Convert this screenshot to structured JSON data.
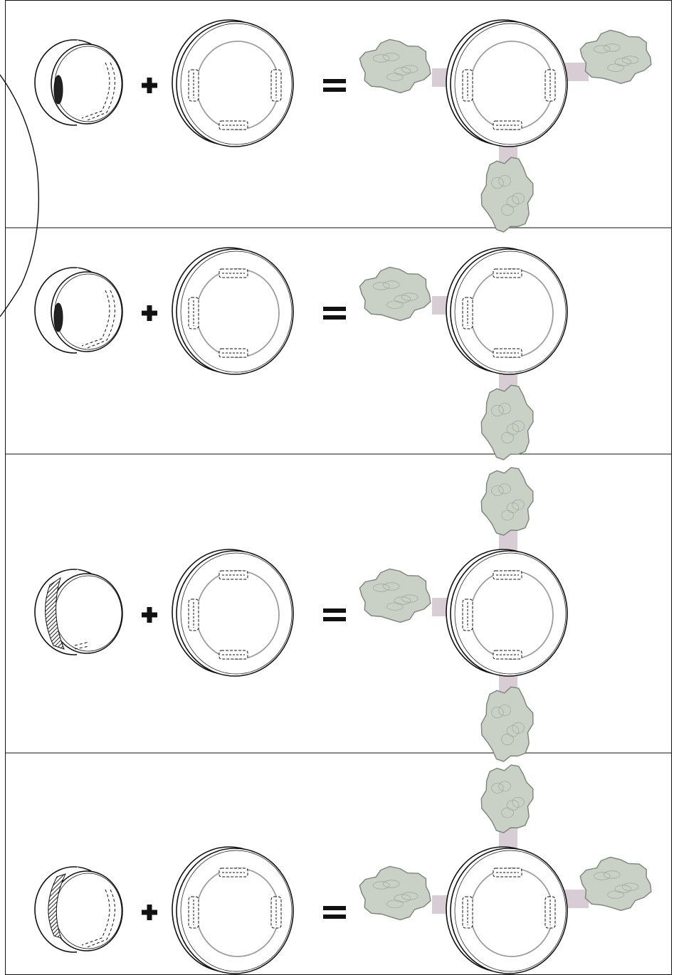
{
  "figure": {
    "description_text": "",
    "colors": {
      "line": "#111111",
      "inner_ring": "#9e9e9e",
      "protein_fill": "#c9d0c6",
      "protein_stroke": "#7c857a",
      "stalk": "#c7b8c2",
      "hatch": "#222222"
    },
    "rows": [
      {
        "id": "row-1",
        "plug_marking": "small-oval",
        "plug_slot_side": "right",
        "ring_slots": [
          "left",
          "right",
          "bottom"
        ],
        "protein_arms": [
          "left",
          "right",
          "bottom"
        ]
      },
      {
        "id": "row-2",
        "plug_marking": "small-oval",
        "plug_slot_side": "right",
        "ring_slots": [
          "top",
          "left",
          "bottom"
        ],
        "protein_arms": [
          "left",
          "bottom"
        ]
      },
      {
        "id": "row-3",
        "plug_marking": "wide-band",
        "plug_slot_side": "bottom",
        "ring_slots": [
          "top",
          "left",
          "bottom"
        ],
        "protein_arms": [
          "top",
          "left",
          "bottom"
        ]
      },
      {
        "id": "row-4",
        "plug_marking": "partial-band",
        "plug_slot_side": "right",
        "ring_slots": [
          "top",
          "left",
          "right"
        ],
        "protein_arms": [
          "top",
          "left",
          "right"
        ]
      }
    ],
    "operators": {
      "plus": "+",
      "equals": "="
    }
  }
}
